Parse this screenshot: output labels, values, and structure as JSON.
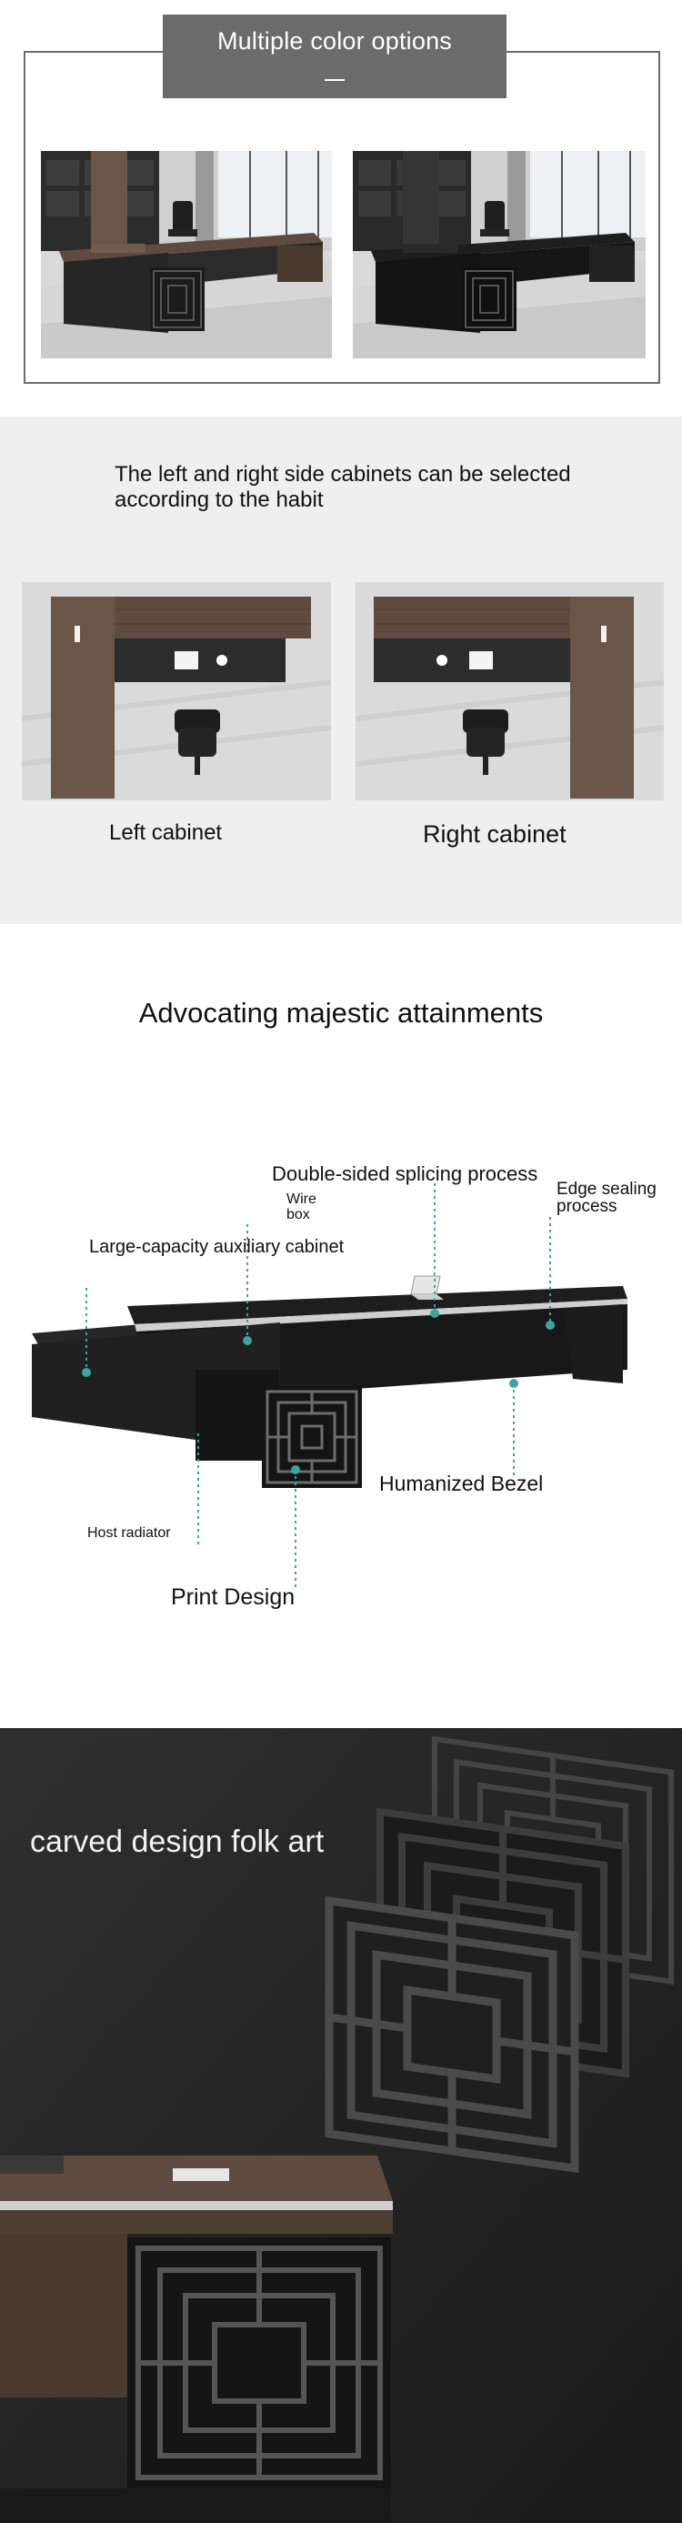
{
  "color_options": {
    "heading": "Multiple color options"
  },
  "cabinets": {
    "heading": "The left and right side cabinets can be selected according to the habit",
    "left_label": "Left cabinet",
    "right_label": "Right cabinet"
  },
  "features": {
    "heading": "Advocating majestic attainments",
    "callouts": {
      "splicing": "Double-sided splicing process",
      "wire_box": "Wire box",
      "edge_sealing": "Edge sealing process",
      "aux_cabinet": "Large-capacity auxiliary cabinet",
      "bezel": "Humanized Bezel",
      "radiator": "Host radiator",
      "print": "Print Design"
    }
  },
  "carved": {
    "heading": "carved design folk art"
  },
  "colors": {
    "wood": "#5e4a3e",
    "black_wood": "#1e1e1e",
    "teal_marker": "#3aa6a0",
    "gray_band": "#6b6b6b"
  }
}
